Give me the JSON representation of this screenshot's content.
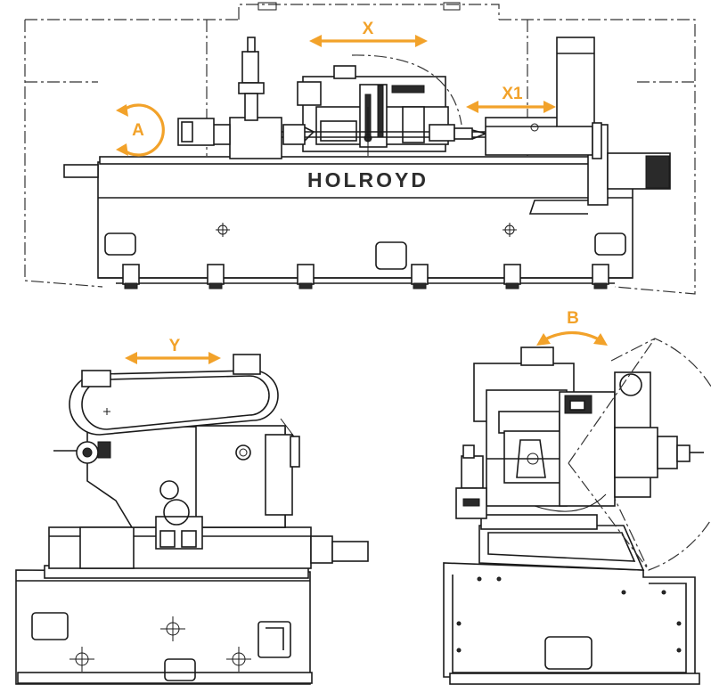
{
  "brand": "HOLROYD",
  "labels": {
    "x": "X",
    "x1": "X1",
    "a": "A",
    "y": "Y",
    "b": "B"
  },
  "accent_color": "#f2a22a",
  "line_color": "#1a1a1a"
}
